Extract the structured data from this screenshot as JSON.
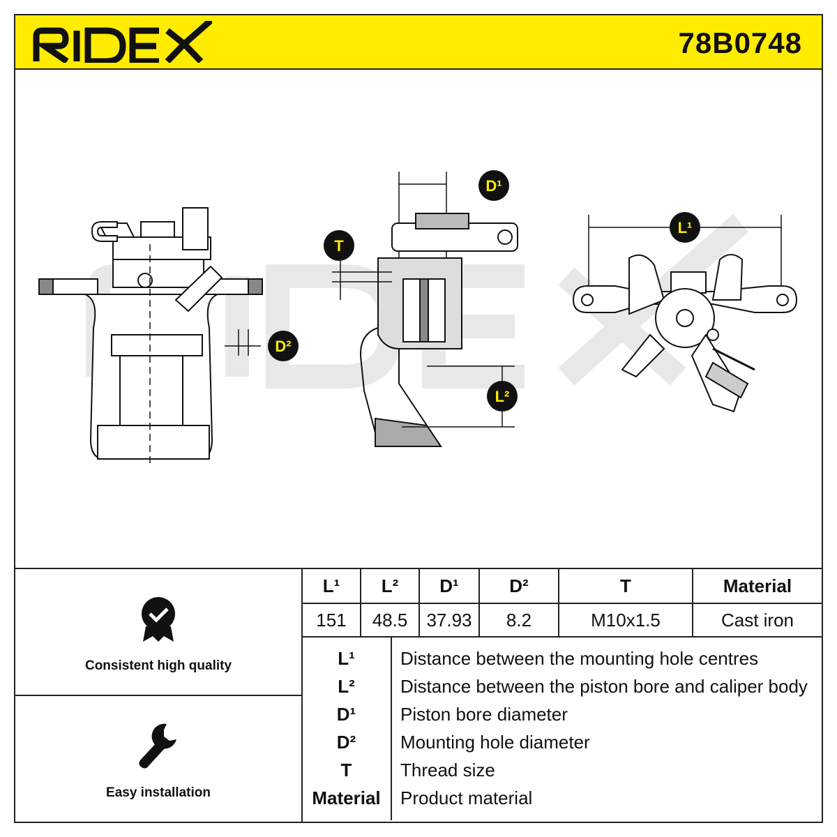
{
  "header": {
    "brand": "RIDEX",
    "part_number": "78B0748",
    "accent_color": "#ffec00"
  },
  "drawing": {
    "watermark": "RIDEX",
    "labels": {
      "D1": "D¹",
      "T": "T",
      "D2": "D²",
      "L1": "L¹",
      "L2": "L²"
    }
  },
  "features": [
    {
      "icon": "badge-check-icon",
      "label": "Consistent high quality"
    },
    {
      "icon": "wrench-icon",
      "label": "Easy installation"
    }
  ],
  "specs": {
    "headers": [
      "L¹",
      "L²",
      "D¹",
      "D²",
      "T",
      "Material"
    ],
    "values": [
      "151",
      "48.5",
      "37.93",
      "8.2",
      "M10x1.5",
      "Cast iron"
    ]
  },
  "legend": [
    {
      "key": "L¹",
      "text": "Distance between the mounting hole centres"
    },
    {
      "key": "L²",
      "text": "Distance between the piston bore and caliper body"
    },
    {
      "key": "D¹",
      "text": "Piston bore diameter"
    },
    {
      "key": "D²",
      "text": "Mounting hole diameter"
    },
    {
      "key": "T",
      "text": "Thread size"
    },
    {
      "key": "Material",
      "text": "Product material"
    }
  ]
}
